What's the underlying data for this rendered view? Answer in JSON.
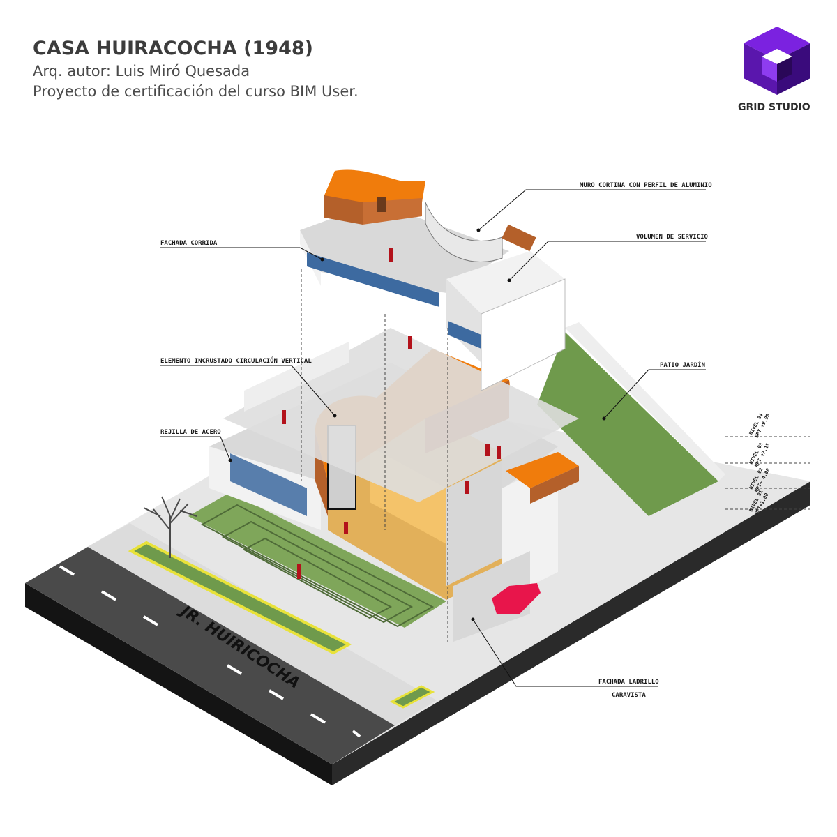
{
  "header": {
    "title": "CASA HUIRACOCHA (1948)",
    "author": "Arq. autor: Luis Miró Quesada",
    "project": "Proyecto de certificación del curso BIM User."
  },
  "brand": {
    "name": "GRID STUDIO",
    "colors": {
      "cube_top": "#7b22e0",
      "cube_side": "#4a1190",
      "cube_dark": "#2c0860"
    }
  },
  "annotations": {
    "muro_cortina": "MURO CORTINA CON PERFIL DE ALUMINIO",
    "fachada_corrida": "FACHADA CORRIDA",
    "volumen_servicio": "VOLUMEN DE SERVICIO",
    "elemento_incrustado": "ELEMENTO INCRUSTADO CIRCULACIÓN VERTICAL",
    "patio_jardin": "PATIO JARDÍN",
    "rejilla_acero": "REJILLA DE ACERO",
    "fachada_ladrillo_1": "FACHADA LADRILLO",
    "fachada_ladrillo_2": "CARAVISTA"
  },
  "levels": [
    {
      "name": "NIVEL 04",
      "npt": "NPT +9.95"
    },
    {
      "name": "NIVEL 03",
      "npt": "NPT +7.15"
    },
    {
      "name": "NIVEL 02",
      "npt": "NPT+ 4.00"
    },
    {
      "name": "NIVEL 01",
      "npt": "NPT+1.00"
    }
  ],
  "street": {
    "name": "JR. HUIRICOCHA"
  },
  "colors": {
    "roof_orange": "#f07c0c",
    "brick": "#b4602a",
    "slab": "#d9d9d9",
    "wall_white": "#f2f2f2",
    "grass": "#6f9a4c",
    "road": "#4a4a4a",
    "curb_yellow": "#e8e23a",
    "figure_red": "#b3121b",
    "car_pink": "#e8154b",
    "glass_blue": "#3d6aa0"
  }
}
